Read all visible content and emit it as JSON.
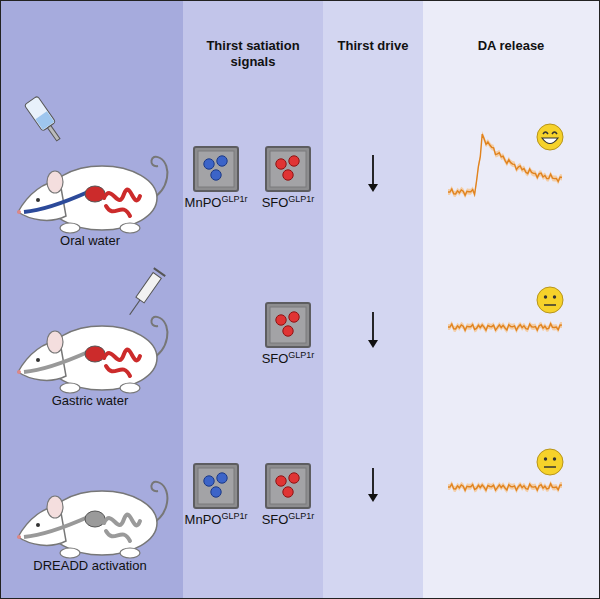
{
  "diagram": {
    "nodes": [
      {
        "text": [
          "MnPO",
          "GLP1r"
        ]
      },
      {
        "text": [
          "SFO",
          "GLP1r"
        ]
      },
      {
        "text": [
          "SFO",
          "GLP1r"
        ]
      },
      {
        "text": [
          "MnPO",
          "GLP1r"
        ]
      },
      {
        "text": [
          "SFO",
          "GLP1r"
        ]
      }
    ],
    "labels": [
      "Thirst satiation signals",
      "Thirst drive",
      "DA release",
      "Oral water",
      "Gastric water",
      "DREADD activation"
    ]
  }
}
